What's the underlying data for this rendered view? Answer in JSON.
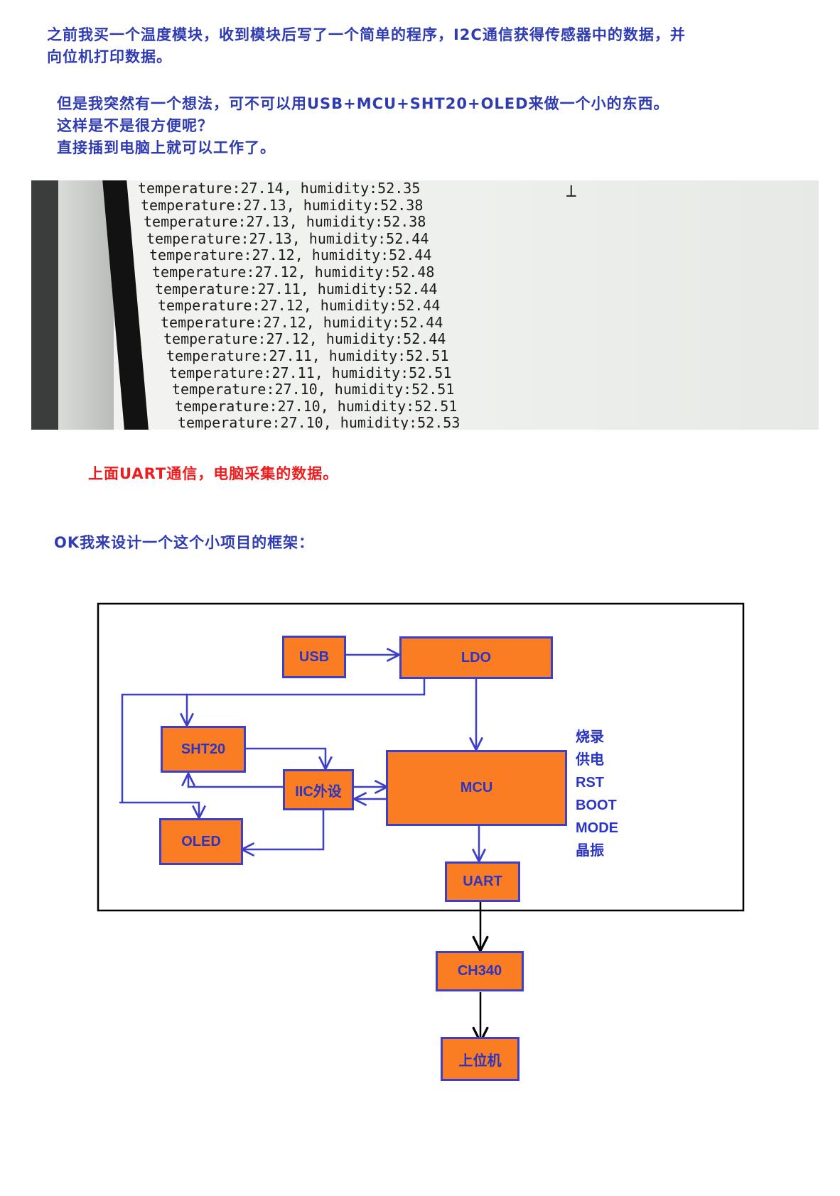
{
  "intro": {
    "line1": "之前我买一个温度模块，收到模块后写了一个简单的程序，I2C通信获得传感器中的数据，并",
    "line2": "向位机打印数据。"
  },
  "idea": {
    "line1": "但是我突然有一个想法，可不可以用USB+MCU+SHT20+OLED来做一个小的东西。",
    "line2": "这样是不是很方便呢？",
    "line3": "直接插到电脑上就可以工作了。"
  },
  "photo": {
    "cursor": "⊥",
    "lines": [
      "temperature:27.14, humidity:52.35",
      "temperature:27.13, humidity:52.38",
      "temperature:27.13, humidity:52.38",
      "temperature:27.13, humidity:52.44",
      "temperature:27.12, humidity:52.44",
      "temperature:27.12, humidity:52.48",
      "temperature:27.11, humidity:52.44",
      "temperature:27.12, humidity:52.44",
      "temperature:27.12, humidity:52.44",
      "temperature:27.12, humidity:52.44",
      "temperature:27.11, humidity:52.51",
      "temperature:27.11, humidity:52.51",
      "temperature:27.10, humidity:52.51",
      "temperature:27.10, humidity:52.51",
      "temperature:27.10, humidity:52.53"
    ]
  },
  "caption": "上面UART通信，电脑采集的数据。",
  "framework_intro": "OK我来设计一个这个小项目的框架：",
  "diagram": {
    "colors": {
      "box_fill": "#fb7d23",
      "box_border": "#3c3fc8",
      "arrow": "#3c3fc8",
      "arrow_out": "#000000"
    },
    "boxes": {
      "usb": "USB",
      "ldo": "LDO",
      "sht20": "SHT20",
      "iic": "IIC外设",
      "mcu": "MCU",
      "oled": "OLED",
      "uart": "UART",
      "ch340": "CH340",
      "host": "上位机"
    },
    "side_labels": [
      "烧录",
      "供电",
      "RST",
      "BOOT",
      "MODE",
      "晶振"
    ]
  }
}
